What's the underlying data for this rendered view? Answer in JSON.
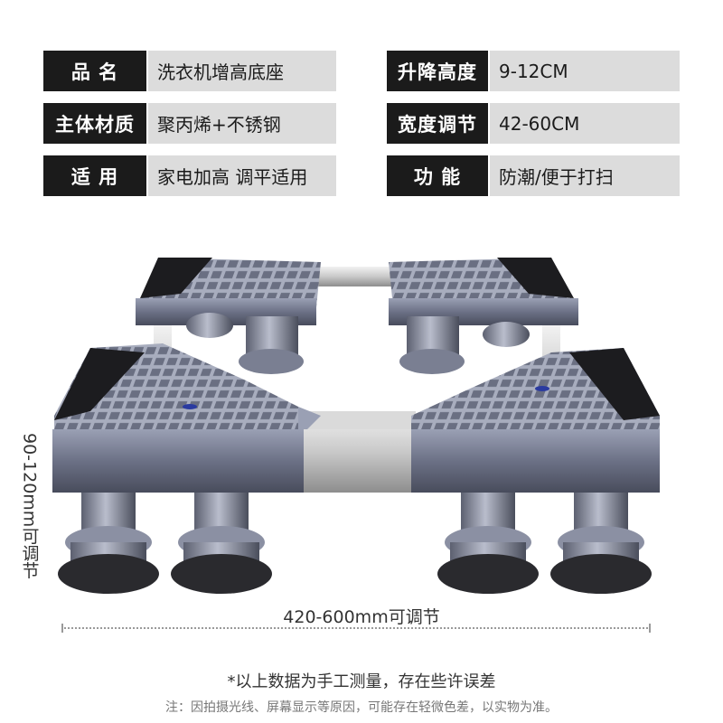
{
  "specs": [
    {
      "label": "品  名",
      "value": "洗衣机增高底座"
    },
    {
      "label": "升降高度",
      "value": "9-12CM"
    },
    {
      "label": "主体材质",
      "value": "聚丙烯+不锈钢"
    },
    {
      "label": "宽度调节",
      "value": "42-60CM"
    },
    {
      "label": "适  用",
      "value": "家电加高 调平适用"
    },
    {
      "label": "功  能",
      "value": "防潮/便于打扫"
    }
  ],
  "product": {
    "height_range_label": "90-120mm可调节",
    "width_range_label": "420-600mm可调节"
  },
  "notes": {
    "disclaimer": "*以上数据为手工测量，存在些许误差",
    "fine_print": "注：因拍摄光线、屏幕显示等原因，可能存在轻微色差，以实物为准。"
  }
}
